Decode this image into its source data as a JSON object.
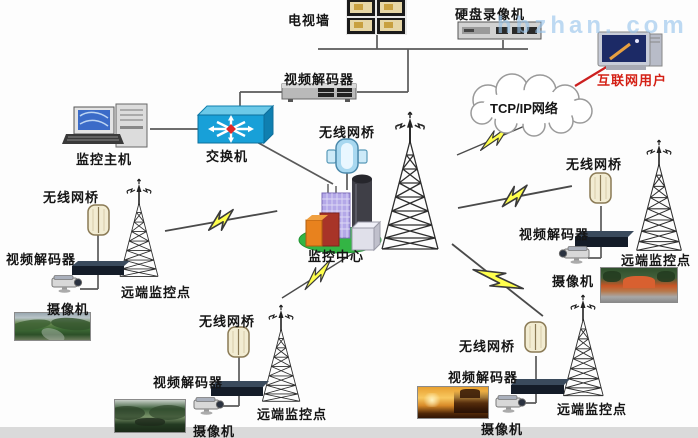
{
  "watermark": "hbzhan. com",
  "colors": {
    "label": "#151515",
    "red_label": "#d42015",
    "line": "#5a5a5a",
    "bolt_fill": "#ffff4d",
    "switch_blue": "#18a0d8",
    "green_base": "#33b544"
  },
  "headend": {
    "tv_wall_label": "电视墙",
    "dvr_label": "硬盘录像机",
    "decoder_label": "视频解码器",
    "host_label": "监控主机",
    "switch_label": "交换机"
  },
  "center": {
    "bridge_label": "无线网桥",
    "name_label": "监控中心"
  },
  "cloud": {
    "label": "TCP/IP网络",
    "user_label": "互联网用户"
  },
  "sites": {
    "left": {
      "bridge": "无线网桥",
      "decoder": "视频解码器",
      "camera": "摄像机",
      "name": "远端监控点"
    },
    "right": {
      "bridge": "无线网桥",
      "decoder": "视频解码器",
      "camera": "摄像机",
      "name": "远端监控点"
    },
    "bottom_center": {
      "bridge": "无线网桥",
      "decoder": "视频解码器",
      "camera": "摄像机",
      "name": "远端监控点"
    },
    "bottom_right": {
      "bridge": "无线网桥",
      "decoder": "视频解码器",
      "camera": "摄像机",
      "name": "远端监控点"
    }
  }
}
